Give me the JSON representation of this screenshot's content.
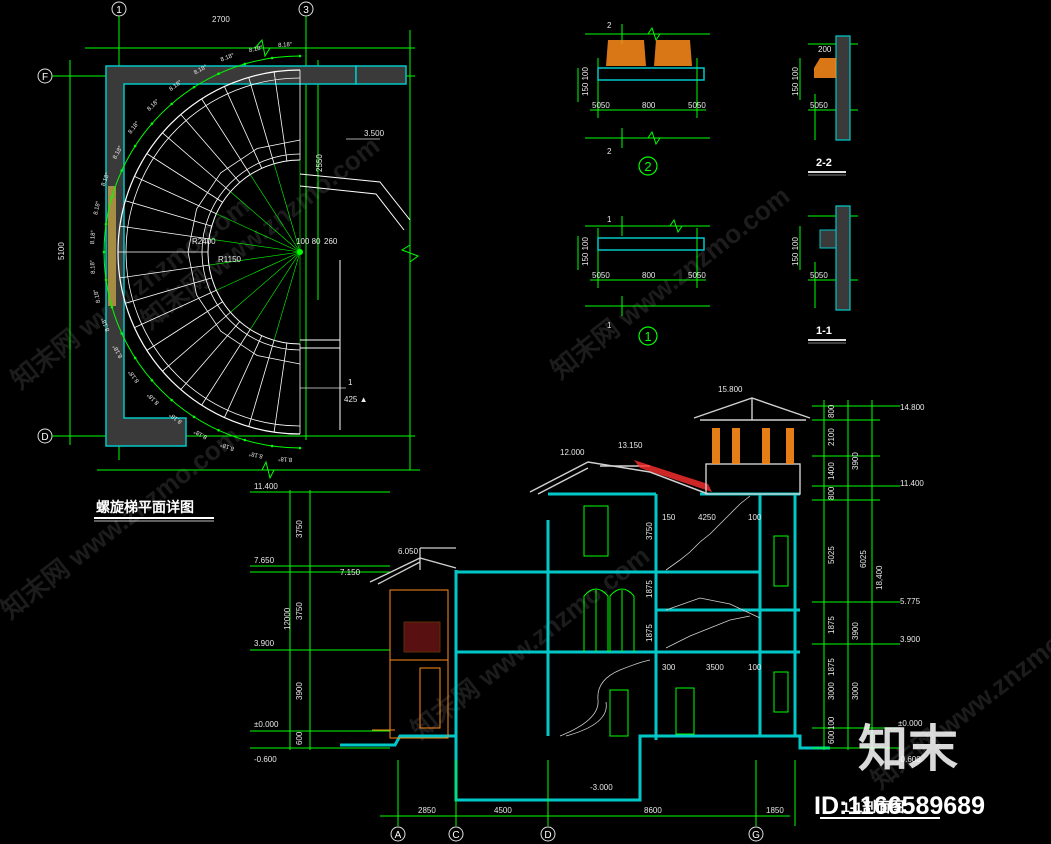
{
  "plan": {
    "title": "螺旋梯平面详图",
    "axis_top": [
      "1",
      "3"
    ],
    "axis_left": [
      "F",
      "D"
    ],
    "dim_top": "2700",
    "dim_left": "5100",
    "dim_stair": "2550",
    "level_note": "3.500",
    "center_dim_a": "100 80",
    "center_dim_b": "260",
    "radius_outer": "R2400",
    "radius_inner": "R1150",
    "step_label": "8.18°",
    "cut_mark": "1",
    "slope_note": "425 ▲"
  },
  "details": {
    "d2": {
      "mark": "2",
      "circle": "2",
      "dims": [
        "5050",
        "800",
        "5050"
      ],
      "vert": "150 100"
    },
    "d1": {
      "mark": "1",
      "circle": "1",
      "dims": [
        "5050",
        "800",
        "5050"
      ],
      "vert": "150 100"
    },
    "s22": {
      "title": "2-2",
      "top": "200",
      "vert": "150 100",
      "bottom": "5050"
    },
    "s11": {
      "title": "1-1",
      "vert": "150 100",
      "bottom": "5050"
    }
  },
  "section": {
    "title": "1-1剖面图",
    "id_text": "ID:1166589689",
    "levels_left": [
      "11.400",
      "7.650",
      "7.150",
      "3.900",
      "±0.000",
      "-0.600"
    ],
    "dims_left_outer": [
      "3750",
      "12000",
      "3750",
      "3900",
      "600"
    ],
    "levels_top": [
      "6.050",
      "12.000",
      "13.150",
      "15.800"
    ],
    "dims_interior": [
      "150",
      "4250",
      "100",
      "3750",
      "1875",
      "1875",
      "300",
      "3500",
      "100"
    ],
    "levels_right": [
      "14.800",
      "11.400",
      "5.775",
      "3.900",
      "±0.000",
      "-0.600"
    ],
    "dims_right_inner": [
      "800",
      "2100",
      "1400",
      "800",
      "5025",
      "1875",
      "1875",
      "3000",
      "600",
      "100"
    ],
    "dims_right_mid": [
      "3900",
      "3900",
      "3000"
    ],
    "dims_right_outer": [
      "18,400",
      "6025"
    ],
    "basement_level": "-3.000",
    "dims_bottom": [
      "2850",
      "4500",
      "8600",
      "1850"
    ],
    "axis_bottom": [
      "A",
      "C",
      "D",
      "G"
    ]
  },
  "watermark": {
    "site": "知末网 www.znzmo.com",
    "logo": "知末"
  },
  "colors": {
    "background": "#000000",
    "dimension": "#00ff00",
    "wall": "#00c8c8",
    "stair_line": "#ffffff",
    "column": "#ff8c1a",
    "roof_tile": "#ff3030",
    "structure": "#d0d0d0"
  }
}
